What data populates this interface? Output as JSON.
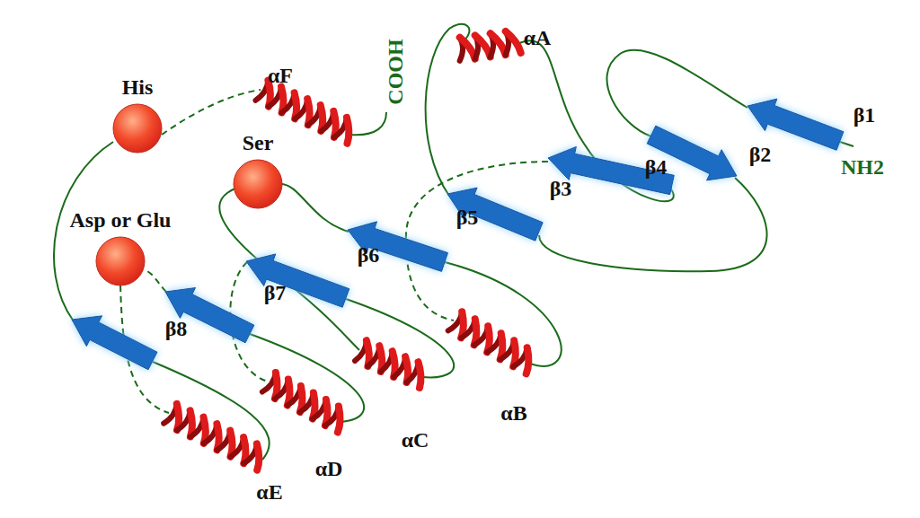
{
  "diagram": {
    "nodes": [
      {
        "text": [
          "His"
        ]
      },
      {
        "text": [
          "Ser"
        ]
      },
      {
        "text": [
          "Asp or Glu"
        ]
      }
    ],
    "labels": [
      "αA",
      "αF",
      "COOH",
      "β1",
      "NH2",
      "β2",
      "β4",
      "β3",
      "β5",
      "β6",
      "β7",
      "β8",
      "αB",
      "αC",
      "αD",
      "αE"
    ]
  }
}
